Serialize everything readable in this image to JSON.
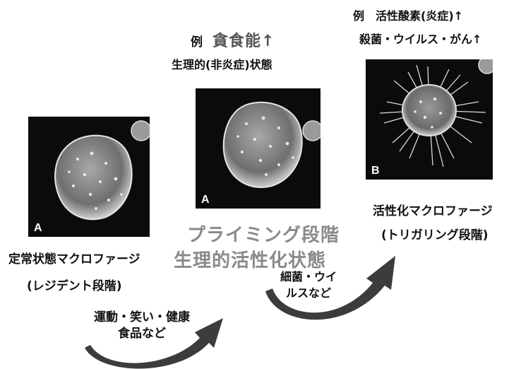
{
  "annotations": {
    "priming_line1_prefix": "例",
    "priming_line1_emph": "貪食能↑",
    "priming_line2": "生理的(非炎症)状態",
    "activated_line1": "例　活性酸素(炎症)↑",
    "activated_line2": "殺菌・ウイルス・がん↑"
  },
  "panels": {
    "resting_letter": "A",
    "priming_letter": "A",
    "activated_letter": "B"
  },
  "labels": {
    "resting": "定常状態マクロファージ",
    "resting_sub": "(レジデント段階)",
    "priming": "プライミング段階",
    "physiological": "生理的活性化状態",
    "activated": "活性化マクロファージ",
    "activated_sub": "(トリガリング段階)"
  },
  "arrows": {
    "stimulus1_line1": "運動・笑い・健康",
    "stimulus1_line2": "食品など",
    "stimulus2_line1": "細菌・ウイ",
    "stimulus2_line2": "ルスなど"
  },
  "colors": {
    "arrow_fill": "#3c3c3c",
    "cell_fill": "#7d7d7d",
    "panel_bg": "#0b0b0b",
    "emphasis_gray": "#8a8a8a"
  }
}
